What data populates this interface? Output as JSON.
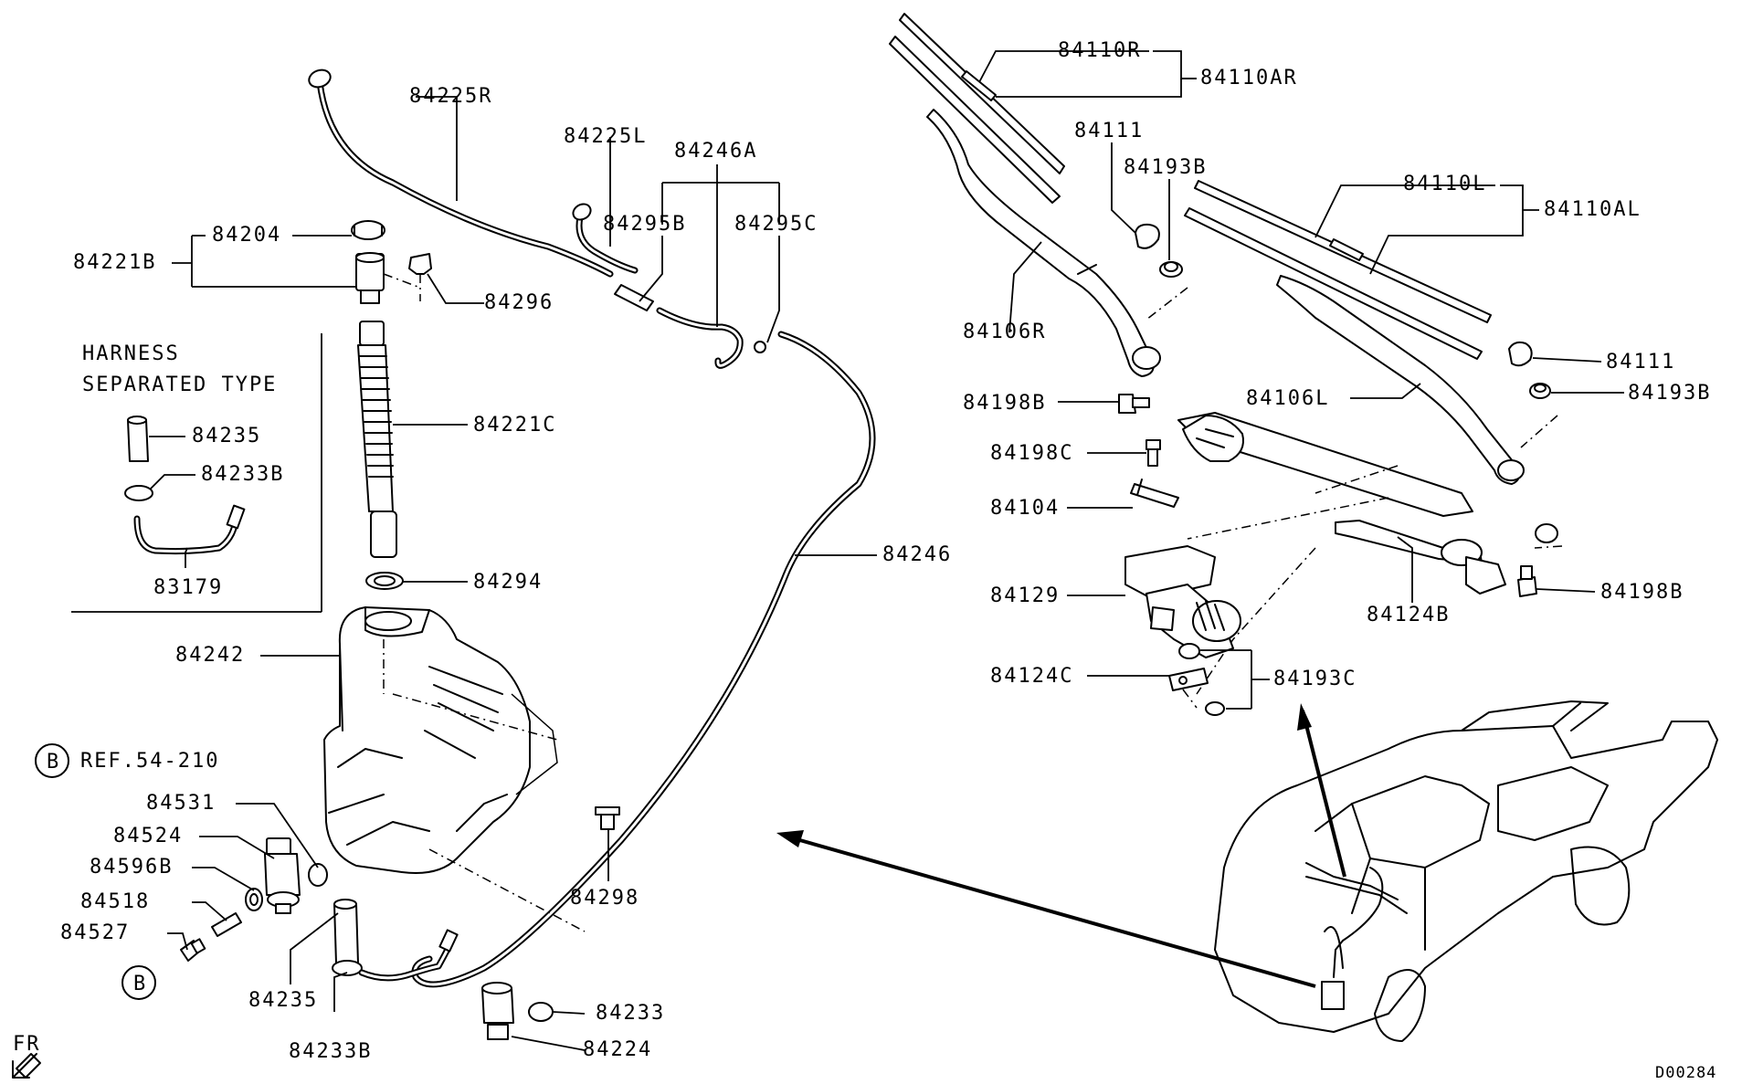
{
  "labels": {
    "p84225R": "84225R",
    "p84225L": "84225L",
    "p84246A": "84246A",
    "p84295B": "84295B",
    "p84295C": "84295C",
    "p84221B": "84221B",
    "p84204": "84204",
    "p84296": "84296",
    "p84221C": "84221C",
    "p84294": "84294",
    "p84242": "84242",
    "p84246": "84246",
    "p84298": "84298",
    "p84531": "84531",
    "p84524": "84524",
    "p84596B": "84596B",
    "p84518": "84518",
    "p84527": "84527",
    "p84235": "84235",
    "p84233B": "84233B",
    "p84233": "84233",
    "p84224": "84224",
    "p84235_inset": "84235",
    "p84233B_inset": "84233B",
    "p83179": "83179",
    "p84110R": "84110R",
    "p84110AR": "84110AR",
    "p84111_top": "84111",
    "p84193B_top": "84193B",
    "p84110L": "84110L",
    "p84110AL": "84110AL",
    "p84106R": "84106R",
    "p84111_right": "84111",
    "p84193B_right": "84193B",
    "p84198B_left": "84198B",
    "p84106L": "84106L",
    "p84198C": "84198C",
    "p84104": "84104",
    "p84129": "84129",
    "p84124B": "84124B",
    "p84198B_right": "84198B",
    "p84124C": "84124C",
    "p84193C": "84193C"
  },
  "inset": {
    "title_line1": "HARNESS",
    "title_line2": "SEPARATED TYPE"
  },
  "reference": {
    "marker": "B",
    "text": "REF.54-210",
    "marker_bottom": "B"
  },
  "orientation": {
    "text": "FR"
  },
  "drawing_code": "D00284"
}
